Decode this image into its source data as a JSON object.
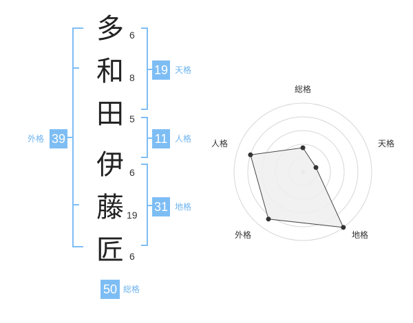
{
  "name_chars": [
    {
      "char": "多",
      "strokes": "6"
    },
    {
      "char": "和",
      "strokes": "8"
    },
    {
      "char": "田",
      "strokes": "5"
    },
    {
      "char": "伊",
      "strokes": "6"
    },
    {
      "char": "藤",
      "strokes": "19"
    },
    {
      "char": "匠",
      "strokes": "6"
    }
  ],
  "scores": {
    "tenkaku": {
      "value": "19",
      "label": "天格"
    },
    "jinkaku": {
      "value": "11",
      "label": "人格"
    },
    "chikaku": {
      "value": "31",
      "label": "地格"
    },
    "gaikaku": {
      "value": "39",
      "label": "外格"
    },
    "soukaku": {
      "value": "50",
      "label": "総格"
    }
  },
  "radar": {
    "axes": [
      "総格",
      "天格",
      "地格",
      "外格",
      "人格"
    ],
    "values": [
      0.35,
      0.2,
      1.0,
      0.85,
      0.8
    ],
    "max": 1.0,
    "rings": 5,
    "fill": "#efefef",
    "ring_color": "#d6d6d6",
    "point_color": "#333333"
  },
  "colors": {
    "accent": "#7dbdf4",
    "accent_text": "#6fb4ee"
  }
}
